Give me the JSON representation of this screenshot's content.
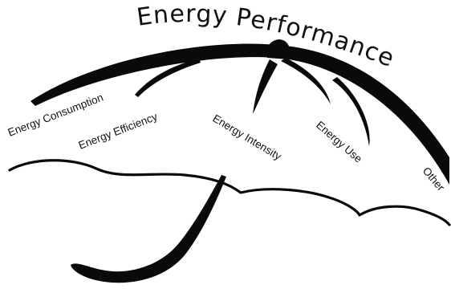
{
  "diagram": {
    "title": "Energy Performance",
    "terms": [
      {
        "label": "Energy Consumption"
      },
      {
        "label": "Energy Efficiency"
      },
      {
        "label": "Energy Intensity"
      },
      {
        "label": "Energy Use"
      },
      {
        "label": "Other"
      }
    ]
  }
}
